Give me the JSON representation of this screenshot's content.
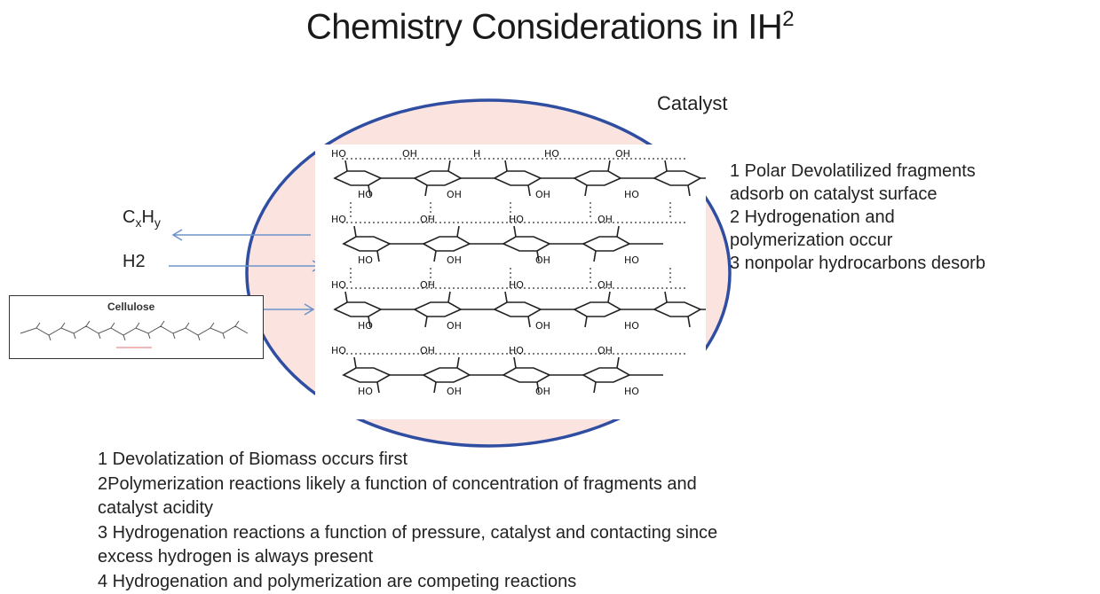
{
  "title": {
    "text": "Chemistry Considerations in IH",
    "superscript": "2"
  },
  "catalyst_label": "Catalyst",
  "products": {
    "cxhy": {
      "base1": "C",
      "sub1": "x",
      "base2": "H",
      "sub2": "y"
    },
    "h2": "H2"
  },
  "cellulose_box": {
    "title": "Cellulose"
  },
  "steps": [
    "1 Polar Devolatilized fragments",
    "adsorb on catalyst surface",
    "2 Hydrogenation and",
    "polymerization occur",
    "3 nonpolar hydrocarbons desorb"
  ],
  "notes": [
    "1 Devolatization of Biomass occurs first",
    "2Polymerization reactions likely a function of concentration of fragments and",
    "catalyst acidity",
    "3 Hydrogenation reactions a function of pressure, catalyst and contacting since",
    "excess hydrogen is always present",
    "4 Hydrogenation and polymerization are competing reactions"
  ],
  "lattice_labels": {
    "row1": [
      "HO",
      "OH",
      "H",
      "HO",
      "OH"
    ],
    "row2": [
      "HO",
      "OH",
      "OH",
      "HO"
    ],
    "row3": [
      "HO",
      "OH",
      "HO",
      "OH"
    ],
    "row4": [
      "HO",
      "OH",
      "OH",
      "HO"
    ],
    "row5": [
      "HO",
      "OH",
      "HO",
      "OH"
    ],
    "row6": [
      "HO",
      "OH",
      "OH",
      "HO"
    ],
    "row7": [
      "HO",
      "OH",
      "HO",
      "OH"
    ],
    "row8": [
      "HO",
      "OH",
      "OH",
      "HO"
    ]
  },
  "colors": {
    "ellipse_fill": "#fbe4e0",
    "ellipse_stroke": "#2f4ea1",
    "arrow": "#6b93c9",
    "text": "#222222"
  }
}
